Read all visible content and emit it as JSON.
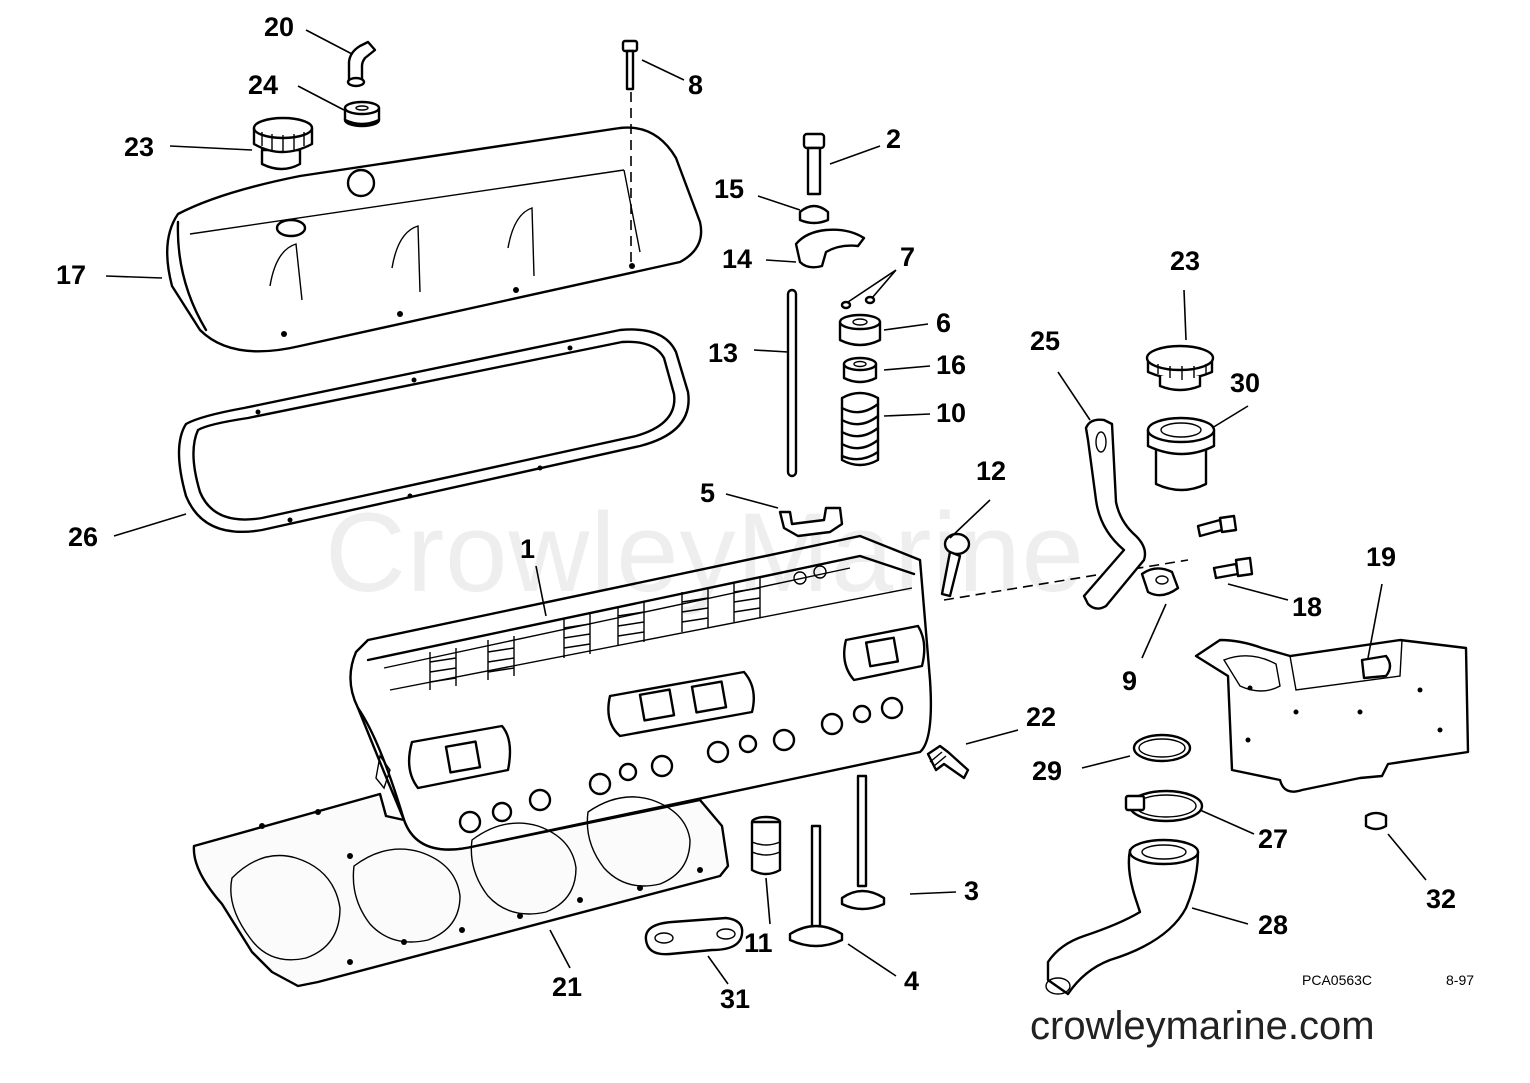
{
  "watermark": "CrowleyMarine",
  "reference_code": "PCA0563C",
  "reference_date": "8-97",
  "site_url": "crowleymarine.com",
  "callouts": [
    {
      "id": "c20",
      "text": "20"
    },
    {
      "id": "c24",
      "text": "24"
    },
    {
      "id": "c23a",
      "text": "23"
    },
    {
      "id": "c17",
      "text": "17"
    },
    {
      "id": "c26",
      "text": "26"
    },
    {
      "id": "c8",
      "text": "8"
    },
    {
      "id": "c2",
      "text": "2"
    },
    {
      "id": "c15",
      "text": "15"
    },
    {
      "id": "c14",
      "text": "14"
    },
    {
      "id": "c7",
      "text": "7"
    },
    {
      "id": "c6",
      "text": "6"
    },
    {
      "id": "c13",
      "text": "13"
    },
    {
      "id": "c16",
      "text": "16"
    },
    {
      "id": "c10",
      "text": "10"
    },
    {
      "id": "c5",
      "text": "5"
    },
    {
      "id": "c12",
      "text": "12"
    },
    {
      "id": "c1",
      "text": "1"
    },
    {
      "id": "c25",
      "text": "25"
    },
    {
      "id": "c23b",
      "text": "23"
    },
    {
      "id": "c30",
      "text": "30"
    },
    {
      "id": "c18",
      "text": "18"
    },
    {
      "id": "c9",
      "text": "9"
    },
    {
      "id": "c19",
      "text": "19"
    },
    {
      "id": "c22",
      "text": "22"
    },
    {
      "id": "c29",
      "text": "29"
    },
    {
      "id": "c27",
      "text": "27"
    },
    {
      "id": "c3",
      "text": "3"
    },
    {
      "id": "c11",
      "text": "11"
    },
    {
      "id": "c4",
      "text": "4"
    },
    {
      "id": "c21",
      "text": "21"
    },
    {
      "id": "c31",
      "text": "31"
    },
    {
      "id": "c28",
      "text": "28"
    },
    {
      "id": "c32",
      "text": "32"
    }
  ]
}
